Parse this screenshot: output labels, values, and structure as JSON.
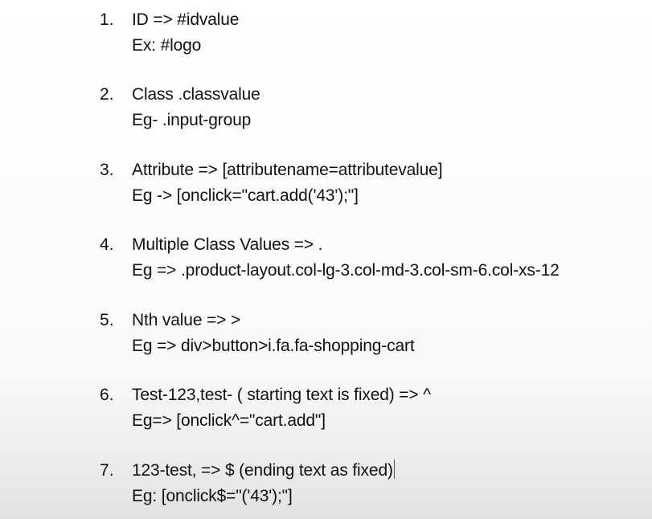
{
  "items": [
    {
      "number": "1.",
      "line1": "ID => #idvalue",
      "line2": "Ex: #logo"
    },
    {
      "number": "2.",
      "line1": "Class .classvalue",
      "line2": "Eg- .input-group"
    },
    {
      "number": "3.",
      "line1": "Attribute => [attributename=attributevalue]",
      "line2": "Eg -> [onclick=\"cart.add('43');\"]"
    },
    {
      "number": "4.",
      "line1": "Multiple Class Values => .",
      "line2": "Eg => .product-layout.col-lg-3.col-md-3.col-sm-6.col-xs-12"
    },
    {
      "number": "5.",
      "line1": "Nth value => >",
      "line2": "Eg => div>button>i.fa.fa-shopping-cart"
    },
    {
      "number": "6.",
      "line1": "Test-123,test- ( starting text is fixed) => ^",
      "line2": "Eg=> [onclick^=\"cart.add\"]"
    },
    {
      "number": "7.",
      "line1": "123-test, => $ (ending text as fixed)",
      "line2": "Eg: [onclick$=\"('43');\"]"
    }
  ]
}
